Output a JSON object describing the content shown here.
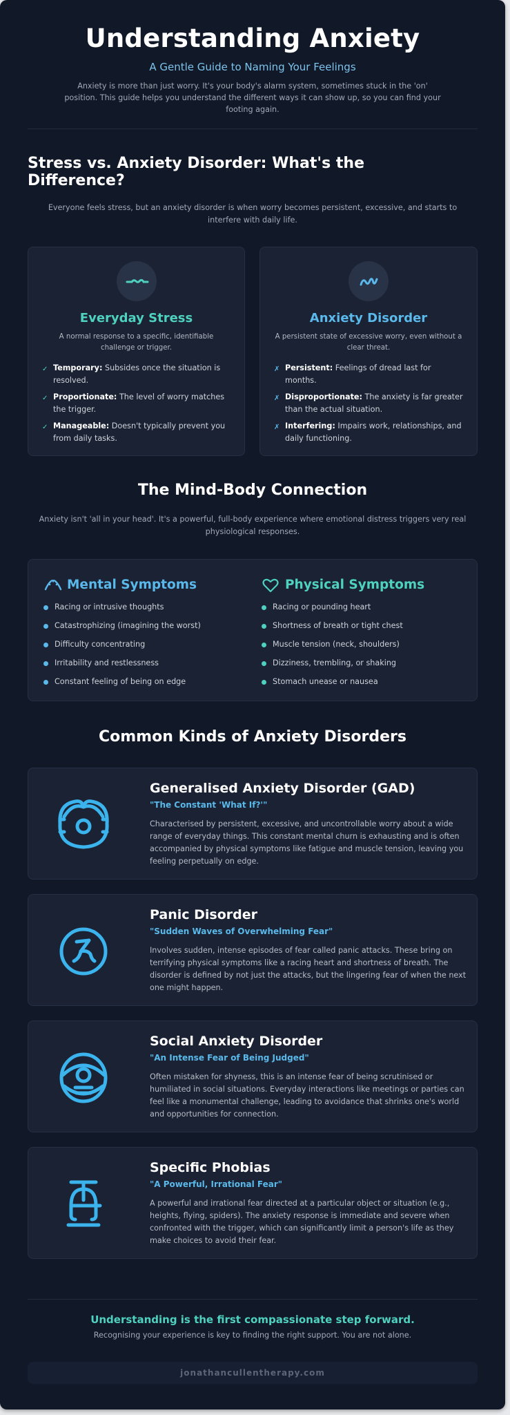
{
  "header": {
    "title": "Understanding Anxiety",
    "subtitle": "A Gentle Guide to Naming Your Feelings",
    "intro": "Anxiety is more than just worry. It's your body's alarm system, sometimes stuck in the 'on' position. This guide helps you understand the different ways it can show up, so you can find your footing again."
  },
  "comparison": {
    "heading": "Stress vs. Anxiety Disorder: What's the Difference?",
    "description": "Everyone feels stress, but an anxiety disorder is when worry becomes persistent, excessive, and starts to interfere with daily life.",
    "cards": [
      {
        "icon": "wave-gentle-icon",
        "title": "Everyday Stress",
        "color": "#4fd1c0",
        "description": "A normal response to a specific, identifiable challenge or trigger.",
        "marker": "✓",
        "points": [
          {
            "label": "Temporary:",
            "text": " Subsides once the situation is resolved."
          },
          {
            "label": "Proportionate:",
            "text": " The level of worry matches the trigger."
          },
          {
            "label": "Manageable:",
            "text": " Doesn't typically prevent you from daily tasks."
          }
        ]
      },
      {
        "icon": "wave-intense-icon",
        "title": "Anxiety Disorder",
        "color": "#5ab9ea",
        "description": "A persistent state of excessive worry, even without a clear threat.",
        "marker": "✗",
        "points": [
          {
            "label": "Persistent:",
            "text": " Feelings of dread last for months."
          },
          {
            "label": "Disproportionate:",
            "text": " The anxiety is far greater than the actual situation."
          },
          {
            "label": "Interfering:",
            "text": " Impairs work, relationships, and daily functioning."
          }
        ]
      }
    ]
  },
  "mind_body": {
    "heading": "The Mind-Body Connection",
    "description": "Anxiety isn't 'all in your head'. It's a powerful, full-body experience where emotional distress triggers very real physiological responses.",
    "mental": {
      "title": "Mental Symptoms",
      "icon": "brain-icon",
      "color": "#5ab9ea",
      "items": [
        "Racing or intrusive thoughts",
        "Catastrophizing (imagining the worst)",
        "Difficulty concentrating",
        "Irritability and restlessness",
        "Constant feeling of being on edge"
      ]
    },
    "physical": {
      "title": "Physical Symptoms",
      "icon": "heart-icon",
      "color": "#4fd1c0",
      "items": [
        "Racing or pounding heart",
        "Shortness of breath or tight chest",
        "Muscle tension (neck, shoulders)",
        "Dizziness, trembling, or shaking",
        "Stomach unease or nausea"
      ]
    }
  },
  "disorders": {
    "heading": "Common Kinds of Anxiety Disorders",
    "items": [
      {
        "icon": "gad-head-icon",
        "title": "Generalised Anxiety Disorder (GAD)",
        "quote": "\"The Constant 'What If?'\"",
        "description": "Characterised by persistent, excessive, and uncontrollable worry about a wide range of everyday things. This constant mental churn is exhausting and is often accompanied by physical symptoms like fatigue and muscle tension, leaving you feeling perpetually on edge."
      },
      {
        "icon": "panic-figure-icon",
        "title": "Panic Disorder",
        "quote": "\"Sudden Waves of Overwhelming Fear\"",
        "description": "Involves sudden, intense episodes of fear called panic attacks. These bring on terrifying physical symptoms like a racing heart and shortness of breath. The disorder is defined by not just the attacks, but the lingering fear of when the next one might happen."
      },
      {
        "icon": "social-eye-icon",
        "title": "Social Anxiety Disorder",
        "quote": "\"An Intense Fear of Being Judged\"",
        "description": "Often mistaken for shyness, this is an intense fear of being scrutinised or humiliated in social situations. Everyday interactions like meetings or parties can feel like a monumental challenge, leading to avoidance that shrinks one's world and opportunities for connection."
      },
      {
        "icon": "phobia-helicopter-icon",
        "title": "Specific Phobias",
        "quote": "\"A Powerful, Irrational Fear\"",
        "description": "A powerful and irrational fear directed at a particular object or situation (e.g., heights, flying, spiders). The anxiety response is immediate and severe when confronted with the trigger, which can significantly limit a person's life as they make choices to avoid their fear."
      }
    ]
  },
  "footer": {
    "headline": "Understanding is the first compassionate step forward.",
    "subtext": "Recognising your experience is key to finding the right support. You are not alone.",
    "url": "jonathancullentherapy.com"
  },
  "colors": {
    "background": "#111827",
    "card": "#1a2233",
    "teal_accent": "#4fd1c0",
    "blue_accent": "#5ab9ea"
  }
}
